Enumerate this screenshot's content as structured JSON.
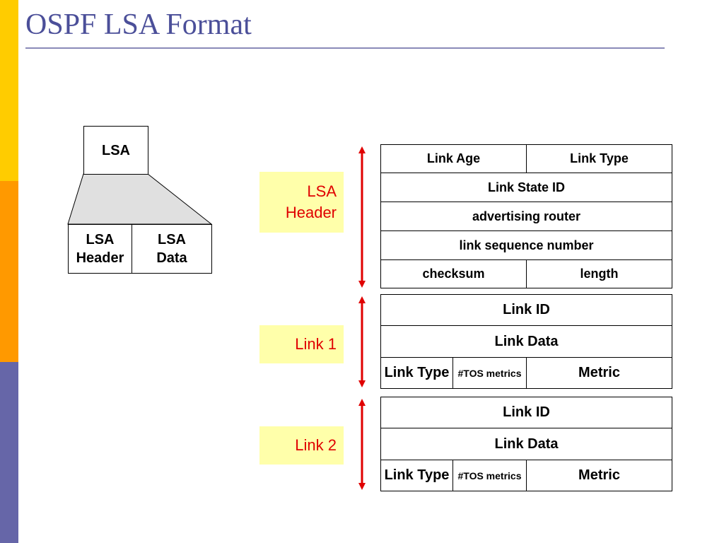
{
  "slide": {
    "title": "OSPF LSA Format",
    "colors": {
      "title": "#4b4f99",
      "sidebar_top": "#ffcc00",
      "sidebar_mid": "#ff9900",
      "sidebar_bottom": "#6666a8",
      "label_bg": "#ffffaa",
      "label_text": "#e00000",
      "arrow": "#e00000"
    }
  },
  "lsa_diagram": {
    "top_label": "LSA",
    "header_label": "LSA Header",
    "data_label": "LSA Data"
  },
  "section_labels": {
    "lsa_header": "LSA Header",
    "link1": "Link 1",
    "link2": "Link 2"
  },
  "header_fields": {
    "link_age": "Link Age",
    "link_type": "Link Type",
    "link_state_id": "Link State ID",
    "advertising_router": "advertising router",
    "link_sequence_number": "link sequence number",
    "checksum": "checksum",
    "length": "length"
  },
  "links": [
    {
      "link_id": "Link ID",
      "link_data": "Link Data",
      "link_type": "Link Type",
      "tos_metrics": "#TOS metrics",
      "metric": "Metric"
    },
    {
      "link_id": "Link ID",
      "link_data": "Link Data",
      "link_type": "Link Type",
      "tos_metrics": "#TOS metrics",
      "metric": "Metric"
    }
  ]
}
